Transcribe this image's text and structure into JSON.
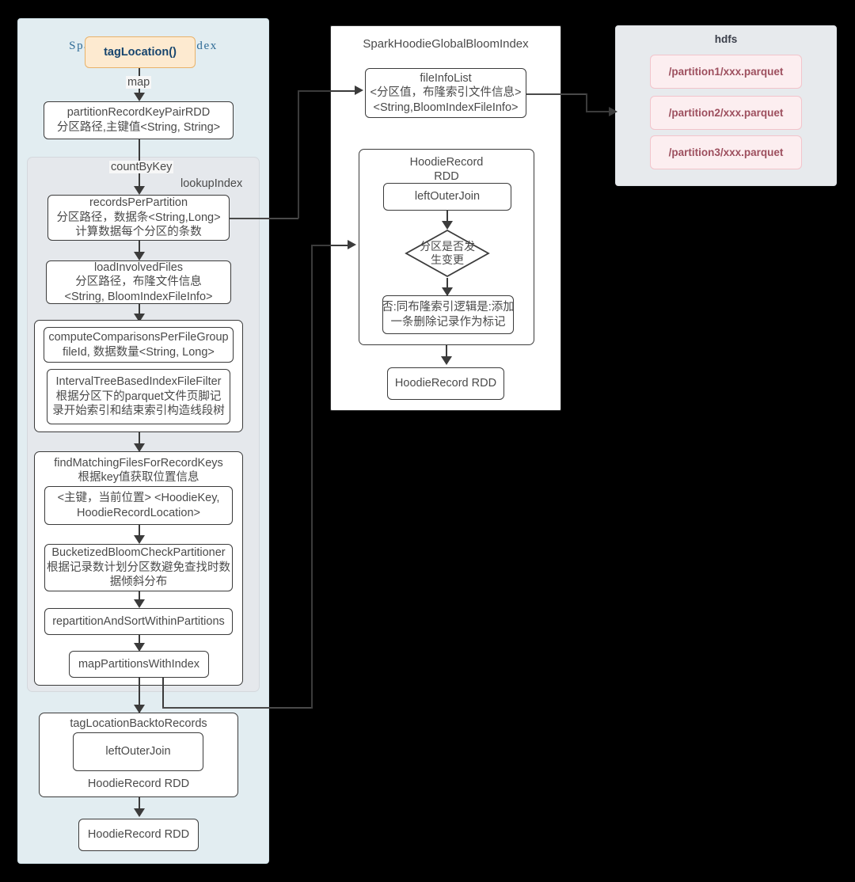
{
  "diagram": {
    "title_left": "SparkHoodieBloomIndex",
    "title_mid": "SparkHoodieGlobalBloomIndex",
    "title_hdfs": "hdfs"
  },
  "left": {
    "tag_location": "tagLocation()",
    "edge_map": "map",
    "edge_countbykey": "countByKey",
    "group_label": "lookupIndex",
    "partition_rdd": {
      "line1": "partitionRecordKeyPairRDD",
      "line2": "分区路径,主键值<String, String>"
    },
    "records_per_partition": {
      "line1": "recordsPerPartition",
      "line2": "分区路径，数据条<String,Long>",
      "line3": "计算数据每个分区的条数"
    },
    "load_involved_files": {
      "line1": "loadInvolvedFiles",
      "line2": "分区路径，布隆文件信息",
      "line3": "<String, BloomIndexFileInfo>"
    },
    "compute_comparisons": {
      "line1": "computeComparisonsPerFileGroup",
      "line2": "fileId, 数据数量<String, Long>"
    },
    "interval_tree": {
      "line1": "IntervalTreeBasedIndexFileFilter",
      "line2": "根据分区下的parquet文件页脚记",
      "line3": "录开始索引和结束索引构造线段树"
    },
    "find_matching": {
      "title1": "findMatchingFilesForRecordKeys",
      "title2": "根据key值获取位置信息",
      "inner1": "<主键，当前位置> <HoodieKey,",
      "inner2": "HoodieRecordLocation>"
    },
    "bucketized": {
      "line1": "BucketizedBloomCheckPartitioner",
      "line2": "根据记录数计划分区数避免查找时数",
      "line3": "据倾斜分布"
    },
    "repartition_sort": "repartitionAndSortWithinPartitions",
    "map_partitions": "mapPartitionsWithIndex",
    "tag_back": {
      "title": "tagLocationBacktoRecords",
      "inner": "leftOuterJoin",
      "footer": "HoodieRecord  RDD"
    },
    "final_rdd": "HoodieRecord RDD"
  },
  "mid": {
    "file_info_list": {
      "line1": "fileInfoList",
      "line2": "<分区值，布隆索引文件信息>",
      "line3": "<String,BloomIndexFileInfo>"
    },
    "hoodie_group": {
      "title1": "HoodieRecord",
      "title2": "RDD",
      "inner_join": "leftOuterJoin",
      "decision1": "分区是否发",
      "decision2": "生变更",
      "result1": "否:同布隆索引逻辑是:添加",
      "result2": "一条删除记录作为标记"
    },
    "out_rdd": "HoodieRecord RDD"
  },
  "hdfs": {
    "items": [
      "/partition1/xxx.parquet",
      "/partition2/xxx.parquet",
      "/partition3/xxx.parquet"
    ]
  },
  "colors": {
    "panel_left_bg": "#e2edf1",
    "group_bg": "#e5e8ec",
    "hdfs_bg": "#e7eaed",
    "hdfs_item_bg": "#fceef0",
    "hdfs_item_border": "#f2c4cb",
    "hdfs_item_text": "#9d4f5e",
    "tagloc_bg": "#fdead0",
    "tagloc_border": "#e8b26a",
    "title_left_color": "#2f6b96",
    "stroke": "#3b3b3b",
    "text": "#4a4a4a"
  }
}
